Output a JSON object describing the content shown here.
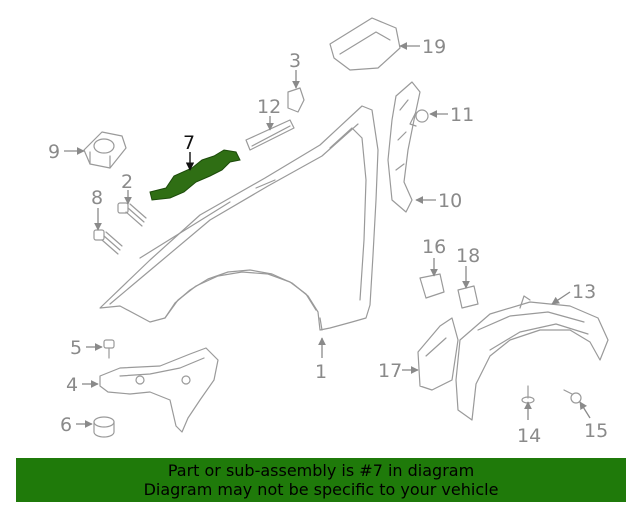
{
  "diagram": {
    "highlighted_part": "7",
    "highlight_color": "#2f6e14",
    "callouts": [
      {
        "id": "c1",
        "label": "1"
      },
      {
        "id": "c2",
        "label": "2"
      },
      {
        "id": "c3",
        "label": "3"
      },
      {
        "id": "c4",
        "label": "4"
      },
      {
        "id": "c5",
        "label": "5"
      },
      {
        "id": "c6",
        "label": "6"
      },
      {
        "id": "c7",
        "label": "7"
      },
      {
        "id": "c8",
        "label": "8"
      },
      {
        "id": "c9",
        "label": "9"
      },
      {
        "id": "c10",
        "label": "10"
      },
      {
        "id": "c11",
        "label": "11"
      },
      {
        "id": "c12",
        "label": "12"
      },
      {
        "id": "c13",
        "label": "13"
      },
      {
        "id": "c14",
        "label": "14"
      },
      {
        "id": "c15",
        "label": "15"
      },
      {
        "id": "c16",
        "label": "16"
      },
      {
        "id": "c17",
        "label": "17"
      },
      {
        "id": "c18",
        "label": "18"
      },
      {
        "id": "c19",
        "label": "19"
      }
    ]
  },
  "banner": {
    "line1": "Part or sub-assembly is #7 in diagram",
    "line2": "Diagram may not be specific to your vehicle",
    "background": "#1f7a0a"
  }
}
